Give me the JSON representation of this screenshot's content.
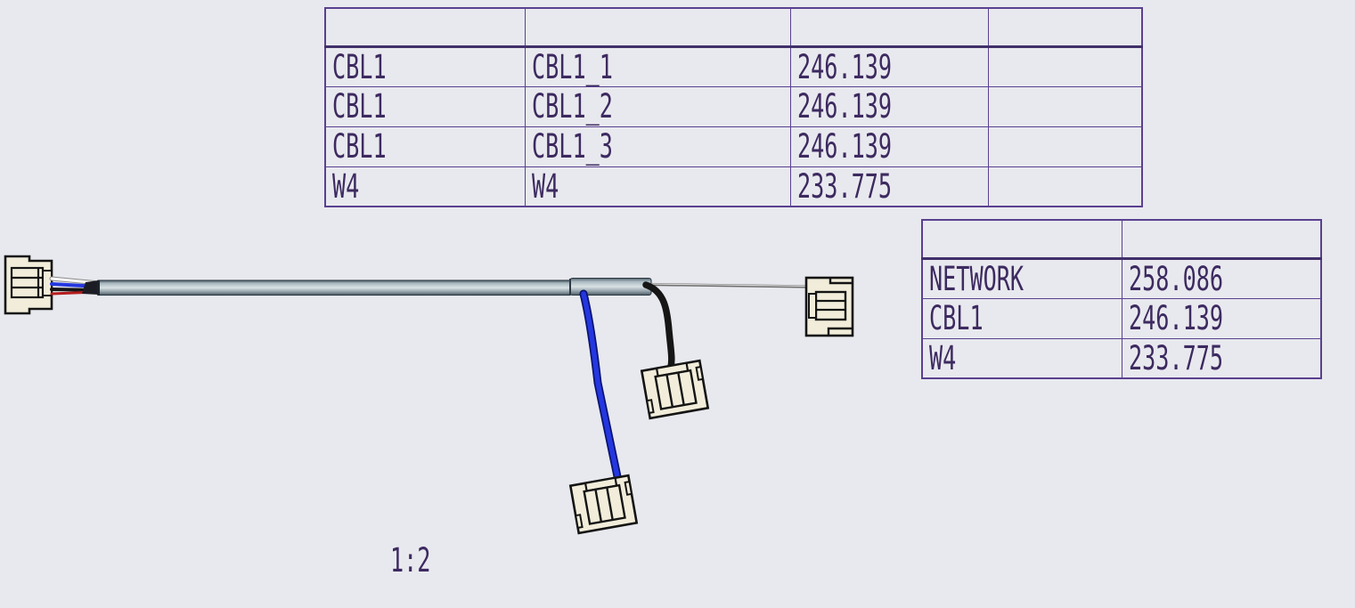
{
  "app": {
    "background_color": "#e8e9ee",
    "view": "harness-drafting-sheet"
  },
  "tables": {
    "segments": {
      "header": [
        "",
        "",
        "",
        ""
      ],
      "rows": [
        [
          "CBL1",
          "CBL1_1",
          "246.139",
          ""
        ],
        [
          "CBL1",
          "CBL1_2",
          "246.139",
          ""
        ],
        [
          "CBL1",
          "CBL1_3",
          "246.139",
          ""
        ],
        [
          "W4",
          "W4",
          "233.775",
          ""
        ]
      ],
      "line_color": "#5a4090",
      "text_color": "#3d2a60"
    },
    "totals": {
      "header": [
        "",
        ""
      ],
      "rows": [
        [
          "NETWORK",
          "258.086"
        ],
        [
          "CBL1",
          "246.139"
        ],
        [
          "W4",
          "233.775"
        ]
      ],
      "line_color": "#5a4090",
      "text_color": "#3d2a60"
    }
  },
  "drawing": {
    "scale_label": "1:2",
    "connectors": [
      {
        "name": "connector-left",
        "fill": "#f1edda",
        "outline": "#141414"
      },
      {
        "name": "connector-right",
        "fill": "#f1edda",
        "outline": "#141414"
      },
      {
        "name": "connector-middle-branch",
        "fill": "#f1edda",
        "outline": "#141414",
        "tilt_deg": -10
      },
      {
        "name": "connector-bottom-branch",
        "fill": "#f1edda",
        "outline": "#141414",
        "tilt_deg": -10
      }
    ],
    "cable": {
      "name": "main-cable-sheath",
      "color": "#aab9c0",
      "edge_color": "#2b3a44"
    },
    "wires": [
      {
        "name": "fan-wire-white",
        "color": "#fafafa"
      },
      {
        "name": "fan-wire-blue",
        "color": "#2437e0"
      },
      {
        "name": "fan-wire-black",
        "color": "#161616"
      },
      {
        "name": "fan-wire-red",
        "color": "#b51d1d"
      },
      {
        "name": "branch-wire-blue",
        "color": "#2437e0"
      },
      {
        "name": "branch-wire-black",
        "color": "#161616"
      },
      {
        "name": "lead-wire-gray",
        "color": "#9a9a9a"
      }
    ]
  }
}
